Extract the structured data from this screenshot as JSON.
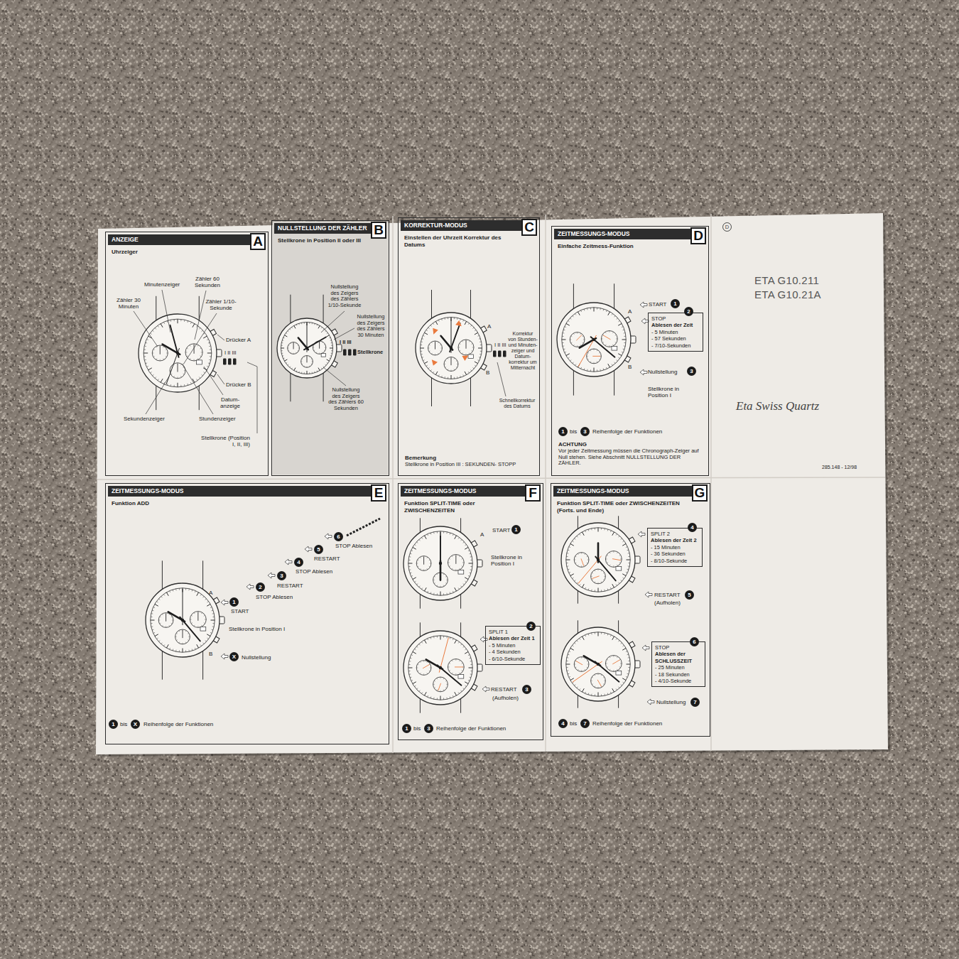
{
  "diagram": {
    "nodes": [
      {
        "text": [
          "ANZEIGE",
          "A",
          "Uhrzeiger"
        ]
      },
      {
        "text": [
          "NULLSTELLUNG DER ZÄHLER",
          "B",
          "Stellkrone in Position II oder III"
        ]
      },
      {
        "text": [
          "KORREKTUR-MODUS",
          "C",
          "Einstellen der Uhrzeit Korrektur des Datums"
        ]
      },
      {
        "text": [
          "ZEITMESSUNGS-MODUS",
          "D",
          "Einfache Zeitmess-Funktion"
        ]
      },
      {
        "text": [
          "STOP",
          "Ablesen der Zeit",
          "- 5 Minuten",
          "- 57 Sekunden",
          "- 7/10-Sekunden"
        ],
        "in": 3
      },
      {
        "text": [
          "ZEITMESSUNGS-MODUS",
          "E",
          "Funktion ADD"
        ]
      },
      {
        "text": [
          "ZEITMESSUNGS-MODUS",
          "F",
          "Funktion SPLIT-TIME oder ZWISCHENZEITEN"
        ]
      },
      {
        "text": [
          "SPLIT 1",
          "Ablesen der Zeit 1",
          "- 5 Minuten",
          "- 4 Sekunden",
          "- 6/10-Sekunde"
        ],
        "in": 6
      },
      {
        "text": [
          "ZEITMESSUNGS-MODUS",
          "G",
          "Funktion SPLIT-TIME oder ZWISCHENZEITEN (Forts. und Ende)"
        ]
      },
      {
        "text": [
          "SPLIT 2",
          "Ablesen der Zeit 2",
          "- 15 Minuten",
          "- 36 Sekunden",
          "- 8/10-Sekunde"
        ],
        "in": 8
      },
      {
        "text": [
          "STOP",
          "Ablesen der SCHLUSSZEIT",
          "- 25 Minuten",
          "- 18 Sekunden",
          "- 4/10-Sekunde"
        ],
        "in": 8
      }
    ],
    "labels": [
      "Minutenzeiger",
      "Zähler 60 Sekunden",
      "Zähler 30 Minuten",
      "Zähler 1/10-Sekunde",
      "Drücker A",
      "I II III",
      "Drücker B",
      "Datum- anzeige",
      "Sekundenzeiger",
      "Stundenzeiger",
      "Stellkrone (Position I, II, III)",
      "Nullstellung des Zeigers des Zählers 1/10-Sekunde",
      "Nullstellung des Zeigers des Zählers 30 Minuten",
      "I II III",
      "Stellkrone",
      "Nullstellung des Zeigers des Zählers 60 Sekunden",
      "A",
      "B",
      "I II III",
      "Korrektur von Stunden- und Minuten- zeiger und Datum- korrektur um Mitternacht",
      "Schnellkorrektur des Datums",
      "Bemerkung",
      "Stellkrone in Position III : SEKUNDEN- STOPP",
      "A",
      "B",
      "START",
      "1",
      "2",
      "Nullstellung",
      "3",
      "Stellkrone in Position I",
      "1",
      "bis",
      "3",
      "Reihenfolge der Funktionen",
      "ACHTUNG",
      "Vor jeder Zeitmessung müssen die Chronograph-Zeiger auf Null stehen. Siehe Abschnitt NULLSTELLUNG DER ZÄHLER.",
      "D",
      "ETA G10.211",
      "ETA G10.21A",
      "Eta Swiss Quartz",
      "285.148 - 12/98",
      "A",
      "1",
      "START",
      "2",
      "STOP Ablesen",
      "3",
      "RESTART",
      "4",
      "STOP Ablesen",
      "5",
      "RESTART",
      "6",
      "STOP Ablesen",
      "Stellkrone in Position I",
      "B",
      "X",
      "Nullstellung",
      "1",
      "bis",
      "X",
      "Reihenfolge der Funktionen",
      "A",
      "START",
      "1",
      "Stellkrone in Position I",
      "2",
      "RESTART",
      "3",
      "(Aufholen)",
      "1",
      "bis",
      "3",
      "Reihenfolge der Funktionen",
      "4",
      "RESTART",
      "5",
      "(Aufholen)",
      "6",
      "Nullstellung",
      "7",
      "4",
      "bis",
      "7",
      "Reihenfolge der Funktionen"
    ]
  }
}
